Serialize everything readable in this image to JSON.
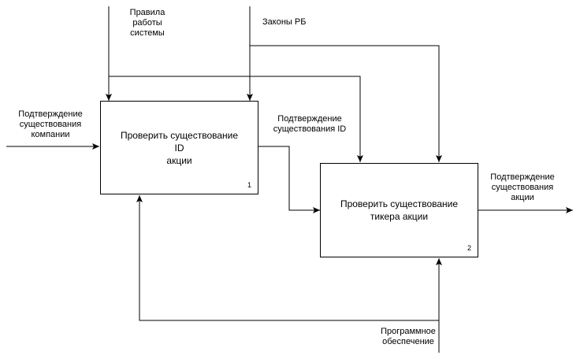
{
  "boxes": [
    {
      "title": "Проверить существование ID\nакции",
      "number": "1"
    },
    {
      "title": "Проверить существование\nтикера акции",
      "number": "2"
    }
  ],
  "labels": {
    "input_company": "Подтверждение\nсуществования\nкомпании",
    "control_rules": "Правила\nработы\nсистемы",
    "control_laws": "Законы РБ",
    "output_id": "Подтверждение\nсуществования ID",
    "output_final": "Подтверждение\nсуществования\nакции",
    "mechanism_software": "Программное\nобеспечение"
  },
  "colors": {
    "line": "#000000",
    "box_border": "#000000",
    "background": "#ffffff"
  }
}
